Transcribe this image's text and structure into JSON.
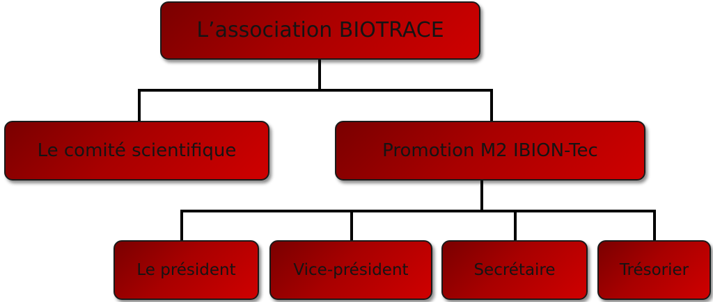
{
  "root": {
    "label": "L’association BIOTRACE"
  },
  "level1": [
    {
      "label": "Le comité scientifique"
    },
    {
      "label": "Promotion M2 IBION-Tec"
    }
  ],
  "level2": [
    {
      "label": "Le président"
    },
    {
      "label": "Vice-président"
    },
    {
      "label": "Secrétaire"
    },
    {
      "label": "Trésorier"
    }
  ],
  "colors": {
    "box_dark": "#7a0000",
    "box_light": "#cf0000",
    "line": "#000000",
    "text": "#141414"
  }
}
